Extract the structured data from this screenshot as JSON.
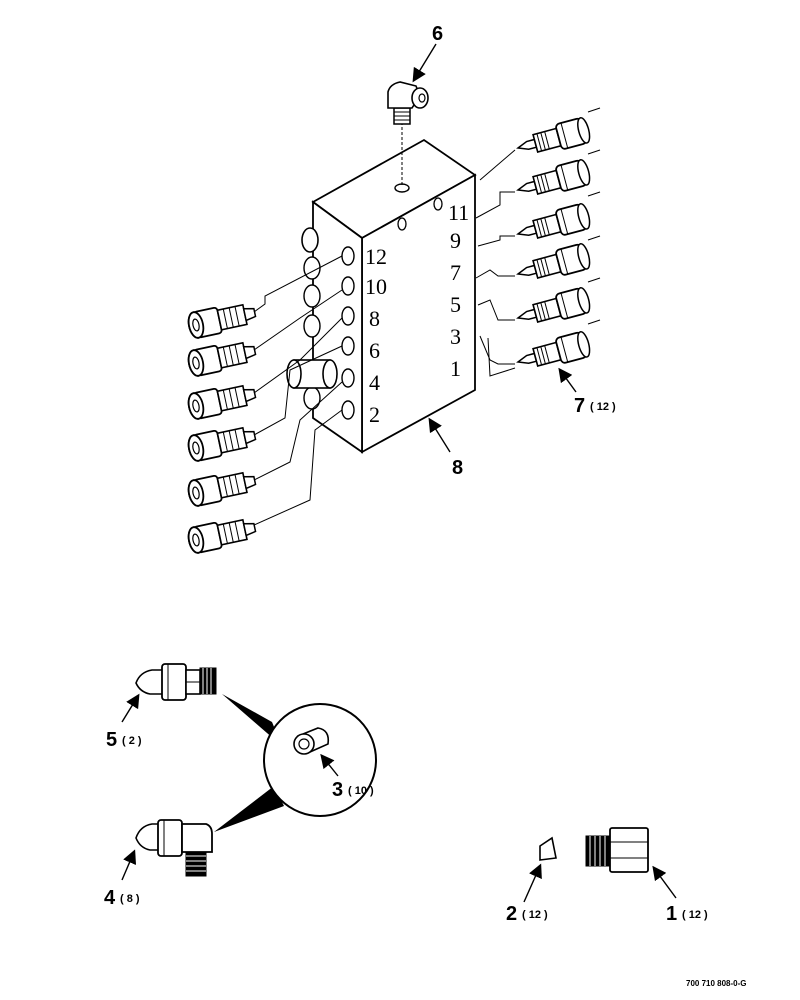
{
  "diagram": {
    "left_port_numbers": [
      "12",
      "10",
      "8",
      "6",
      "4",
      "2"
    ],
    "right_port_numbers": [
      "11",
      "9",
      "7",
      "5",
      "3",
      "1"
    ],
    "callouts": [
      {
        "id": "c6",
        "number": "6",
        "qty": ""
      },
      {
        "id": "c7",
        "number": "7",
        "qty": "( 12 )"
      },
      {
        "id": "c8",
        "number": "8",
        "qty": ""
      },
      {
        "id": "c5",
        "number": "5",
        "qty": "( 2 )"
      },
      {
        "id": "c3",
        "number": "3",
        "qty": "( 10 )"
      },
      {
        "id": "c4",
        "number": "4",
        "qty": "( 8 )"
      },
      {
        "id": "c2",
        "number": "2",
        "qty": "( 12 )"
      },
      {
        "id": "c1",
        "number": "1",
        "qty": "( 12 )"
      }
    ],
    "drawing_code": "700 710 808-0-G"
  }
}
